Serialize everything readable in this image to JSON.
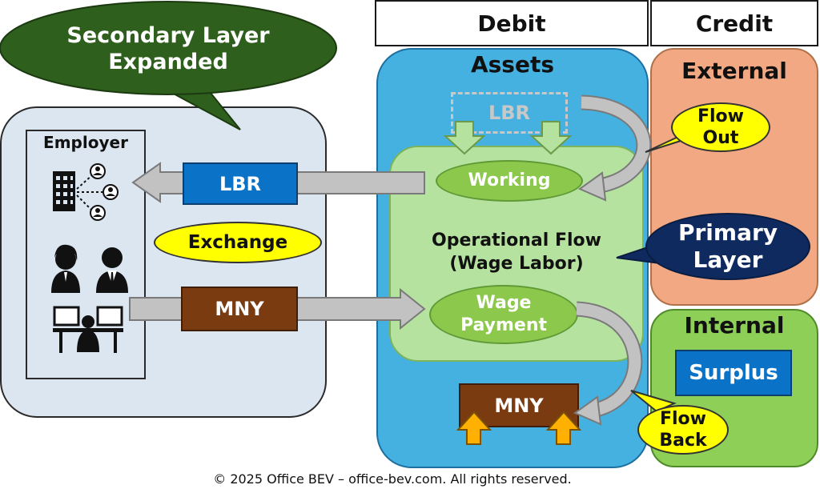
{
  "columns": {
    "debit": "Debit",
    "credit": "Credit"
  },
  "callout_secondary": "Secondary Layer Expanded",
  "employer_panel": {
    "title": "Employer",
    "icons": [
      "office-network-icon",
      "workers-icon",
      "workstation-icon"
    ]
  },
  "exchange_ellipse": "Exchange",
  "flow_boxes": {
    "lbr": "LBR",
    "mny": "MNY"
  },
  "assets": {
    "title": "Assets",
    "lbr_dashed": "LBR",
    "working": "Working",
    "operational_flow": [
      "Operational Flow",
      "(Wage Labor)"
    ],
    "wage_payment": [
      "Wage",
      "Payment"
    ],
    "mny_box": "MNY"
  },
  "external": {
    "title": "External"
  },
  "internal": {
    "title": "Internal",
    "surplus": "Surplus"
  },
  "callouts": {
    "flow_out": [
      "Flow",
      "Out"
    ],
    "flow_back": [
      "Flow",
      "Back"
    ],
    "primary_layer": [
      "Primary",
      "Layer"
    ]
  },
  "footer": "© 2025 Office BEV – office-bev.com. All rights reserved.",
  "colors": {
    "assets_blue": "#45b1e1",
    "operational_green": "#b6e2a0",
    "external_salmon": "#f2a983",
    "internal_green": "#8dcf57",
    "employer_panel": "#dce6f1",
    "callout_dark_green": "#2f5f1d",
    "primary_navy": "#0f2a5f"
  }
}
